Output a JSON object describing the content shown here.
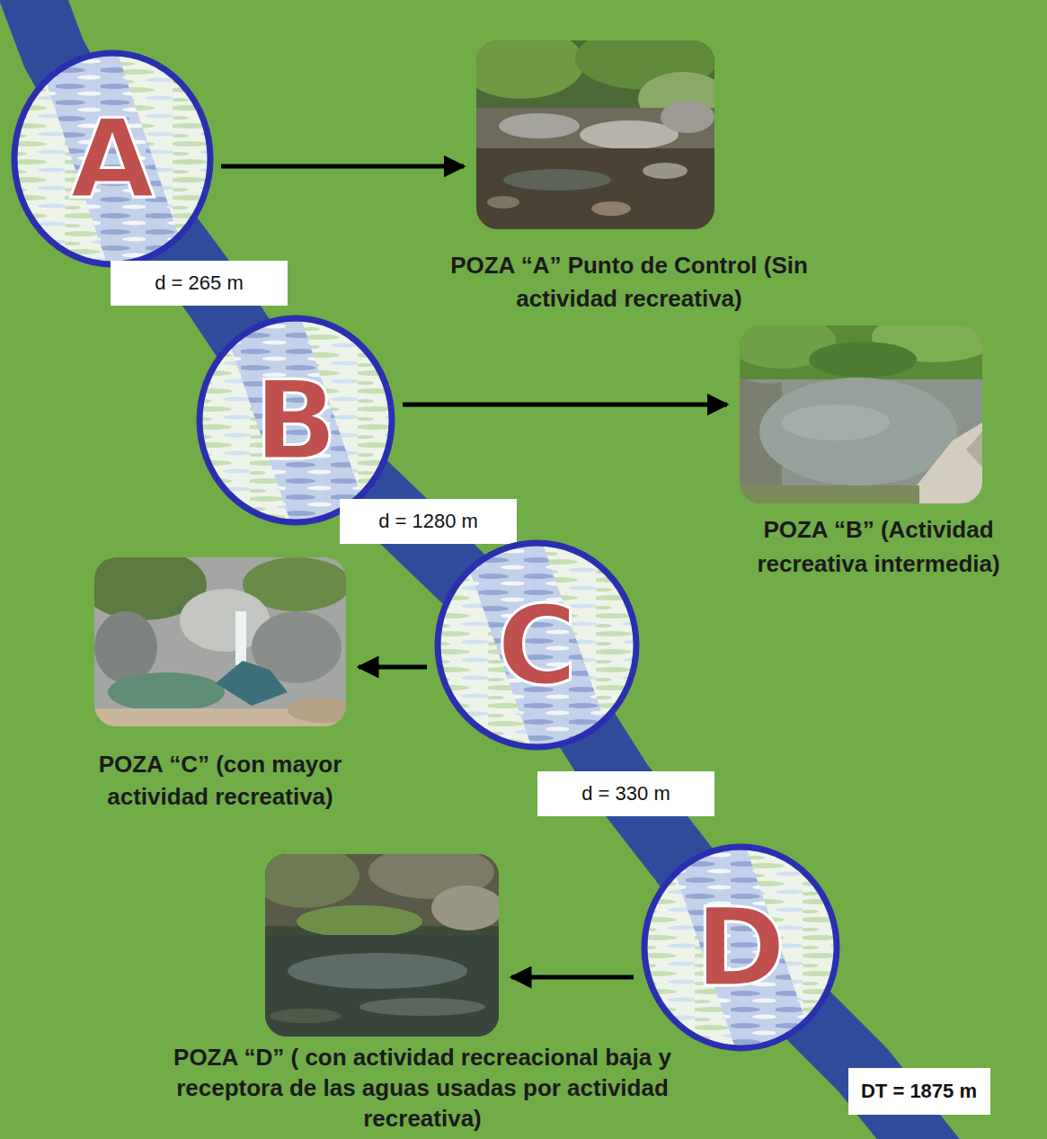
{
  "diagram": {
    "nodes": [
      {
        "text": [
          "A"
        ]
      },
      {
        "text": [
          "POZA “A” Punto de Control (Sin actividad recreativa)"
        ]
      },
      {
        "text": [
          "d = 265 m"
        ]
      },
      {
        "text": [
          "B"
        ]
      },
      {
        "text": [
          "POZA “B” (Actividad recreativa intermedia)"
        ]
      },
      {
        "text": [
          "d = 1280 m"
        ]
      },
      {
        "text": [
          "C"
        ]
      },
      {
        "text": [
          "POZA “C” (con mayor actividad recreativa)"
        ]
      },
      {
        "text": [
          "d = 330 m"
        ]
      },
      {
        "text": [
          "D"
        ]
      },
      {
        "text": [
          "POZA “D” ( con actividad recreacional baja y receptora de las aguas usadas por actividad recreativa)"
        ]
      },
      {
        "text": [
          "DT = 1875 m"
        ]
      }
    ],
    "edges": [
      {
        "from": 0,
        "to": 1,
        "arrow": "to"
      },
      {
        "from": 3,
        "to": 4,
        "arrow": "to"
      },
      {
        "from": 6,
        "to": 7,
        "arrow": "to"
      },
      {
        "from": 9,
        "to": 10,
        "arrow": "to"
      }
    ]
  }
}
